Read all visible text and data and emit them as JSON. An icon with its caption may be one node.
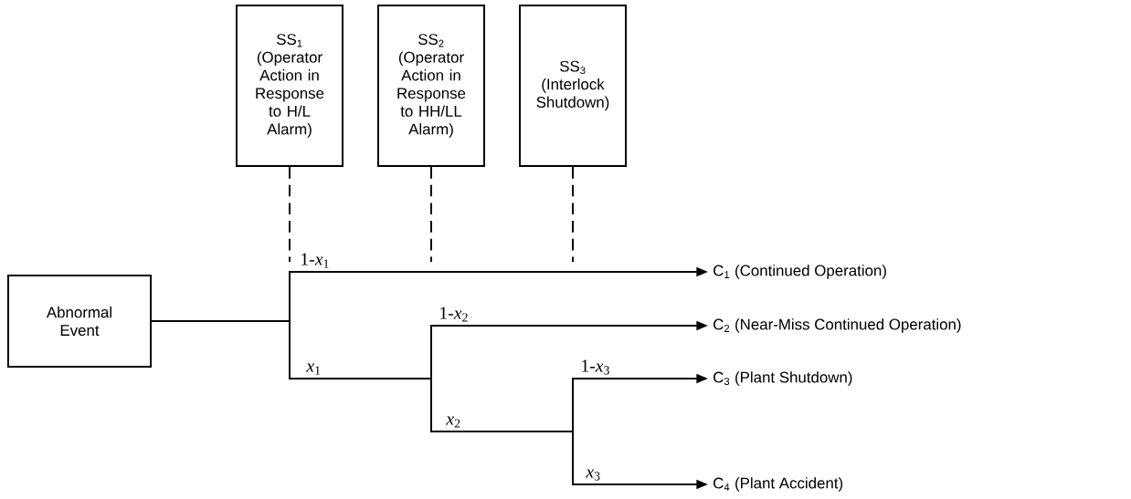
{
  "diagram": {
    "nodes": [
      {
        "text": [
          "SS$_{1}$",
          "(Operator Action in Response to H/L Alarm)"
        ]
      },
      {
        "text": [
          "SS$_{2}$",
          "(Operator Action in Response to HH/LL Alarm)"
        ]
      },
      {
        "text": [
          "SS$_{3}$",
          "(Interlock Shutdown)"
        ]
      },
      {
        "text": [
          "Abnormal Event"
        ]
      },
      {
        "text": [
          "C$_{1}$ (Continued Operation)"
        ]
      },
      {
        "text": [
          "C$_{2}$ (Near-Miss Continued Operation)"
        ]
      },
      {
        "text": [
          "C$_{3}$ (Plant Shutdown)"
        ]
      },
      {
        "text": [
          "C$_{4}$ (Plant Accident)"
        ]
      }
    ],
    "edges": [
      {
        "from": 0,
        "to": null,
        "arrow": "none",
        "style": "dashed"
      },
      {
        "from": 1,
        "to": null,
        "arrow": "none",
        "style": "dashed"
      },
      {
        "from": 2,
        "to": null,
        "arrow": "none",
        "style": "dashed"
      },
      {
        "from": 3,
        "to": 4,
        "arrow": "to"
      },
      {
        "from": 3,
        "to": 5,
        "arrow": "to"
      },
      {
        "from": 3,
        "to": 6,
        "arrow": "to"
      },
      {
        "from": 3,
        "to": 7,
        "arrow": "to"
      }
    ],
    "labels": [
      "1-*x*$_{1}$",
      "*x*$_{1}$",
      "1-*x*$_{2}$",
      "*x*$_{2}$",
      "1-*x*$_{3}$",
      "*x*$_{3}$"
    ]
  }
}
